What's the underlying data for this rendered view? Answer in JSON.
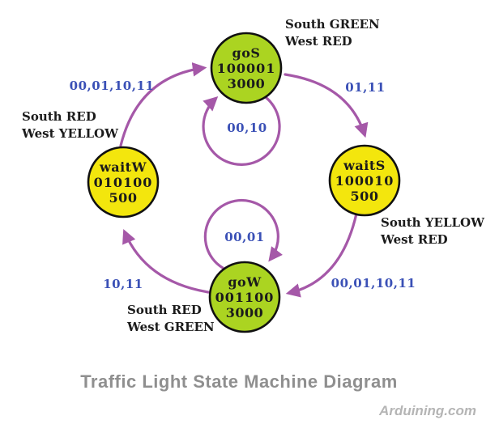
{
  "title": "Traffic Light State Machine Diagram",
  "watermark": "Arduining.com",
  "colors": {
    "state_green": "#abd421",
    "state_yellow": "#f3e60d",
    "circle_stroke": "#111111",
    "arrow_purple": "#a558a8",
    "label_blue": "#3a50b6",
    "text_black": "#1b1b1b",
    "title_gray": "#8f8f8f",
    "watermark_gray": "#b5b5b5"
  },
  "states": {
    "goS": {
      "name": "goS",
      "outputs": "100001",
      "duration": "3000",
      "annotation_line1": "South GREEN",
      "annotation_line2": "West RED"
    },
    "waitS": {
      "name": "waitS",
      "outputs": "100010",
      "duration": "500",
      "annotation_line1": "South YELLOW",
      "annotation_line2": "West RED"
    },
    "goW": {
      "name": "goW",
      "outputs": "001100",
      "duration": "3000",
      "annotation_line1": "South RED",
      "annotation_line2": "West GREEN"
    },
    "waitW": {
      "name": "waitW",
      "outputs": "010100",
      "duration": "500",
      "annotation_line1": "South RED",
      "annotation_line2": "West YELLOW"
    }
  },
  "transitions": {
    "waitW_to_goS": "00,01,10,11",
    "goS_to_waitS": "01,11",
    "waitS_to_goW": "00,01,10,11",
    "goW_to_waitW": "10,11",
    "goS_self": "00,10",
    "goW_self": "00,01"
  }
}
